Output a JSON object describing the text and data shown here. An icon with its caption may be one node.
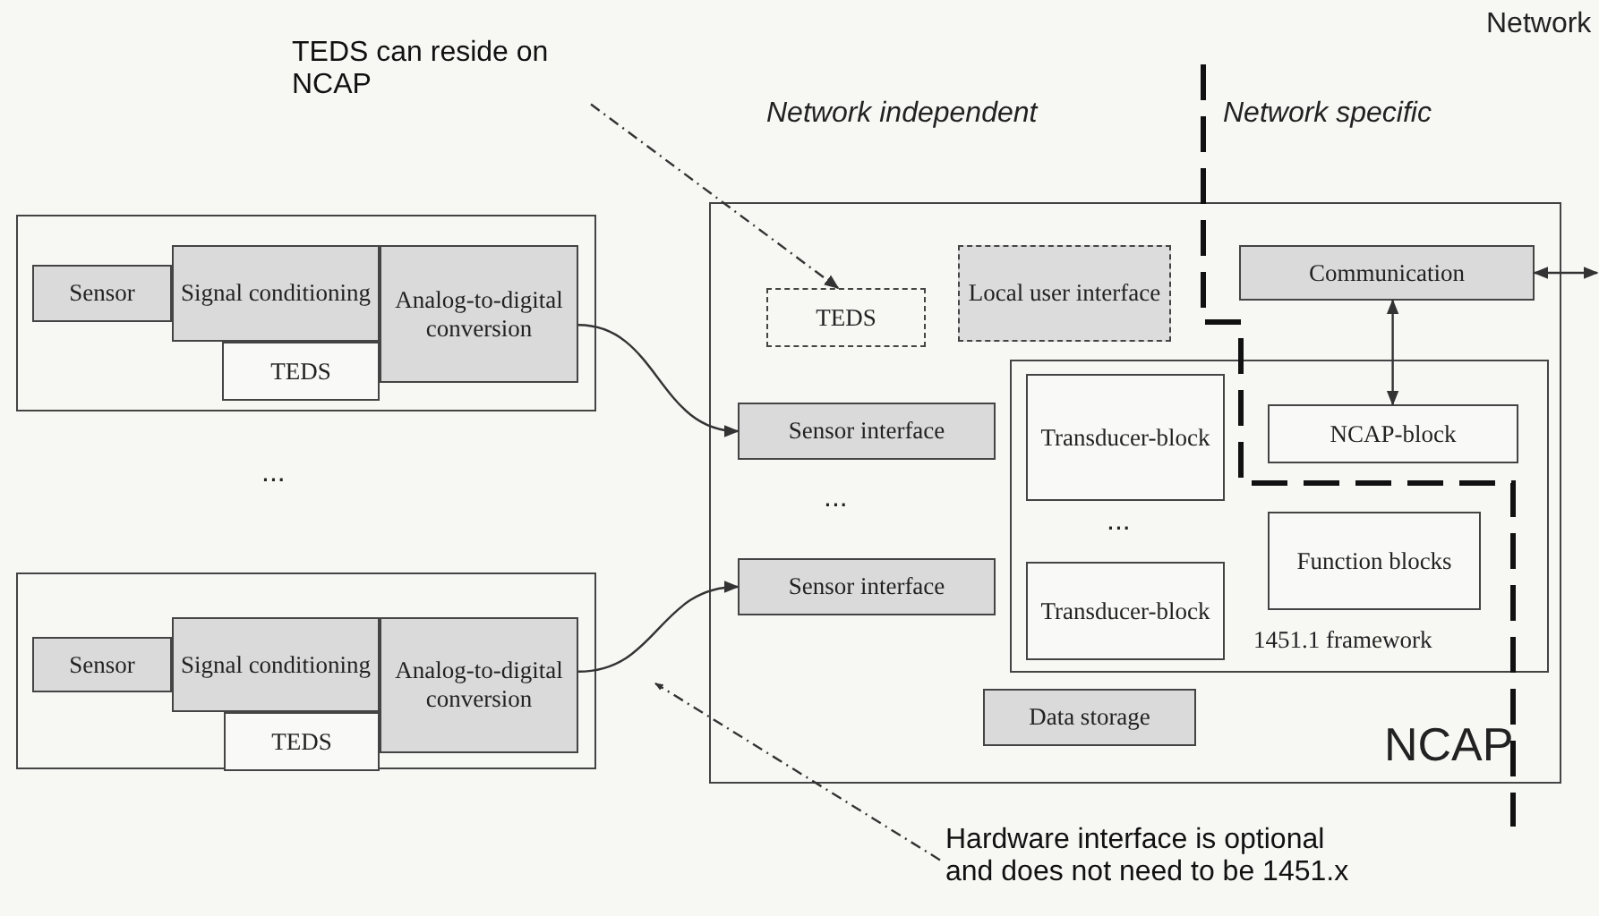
{
  "diagram": {
    "nodes": [
      {
        "text": [],
        "shape": "box"
      },
      {
        "text": [
          "Sensor"
        ],
        "in": 0
      },
      {
        "text": [
          "Signal conditioning"
        ],
        "in": 0
      },
      {
        "text": [
          "TEDS"
        ],
        "in": 0
      },
      {
        "text": [
          "Analog-to-digital conversion"
        ],
        "in": 0
      },
      {
        "text": [],
        "shape": "box"
      },
      {
        "text": [
          "Sensor"
        ],
        "in": 5
      },
      {
        "text": [
          "Signal conditioning"
        ],
        "in": 5
      },
      {
        "text": [
          "TEDS"
        ],
        "in": 5
      },
      {
        "text": [
          "Analog-to-digital conversion"
        ],
        "in": 5
      },
      {
        "text": [
          "NCAP"
        ]
      },
      {
        "text": [
          "TEDS"
        ],
        "in": 10
      },
      {
        "text": [
          "Local user interface"
        ],
        "in": 10
      },
      {
        "text": [
          "Communication"
        ],
        "in": 10
      },
      {
        "text": [
          "Sensor interface"
        ],
        "in": 10
      },
      {
        "text": [
          "Sensor interface"
        ],
        "in": 10
      },
      {
        "text": [
          "1451.1 framework"
        ],
        "in": 10
      },
      {
        "text": [
          "Transducer-block"
        ],
        "in": 16
      },
      {
        "text": [
          "Transducer-block"
        ],
        "in": 16
      },
      {
        "text": [
          "NCAP-block"
        ],
        "in": 16
      },
      {
        "text": [
          "Function blocks"
        ],
        "in": 16
      },
      {
        "text": [
          "Data storage"
        ],
        "in": 10
      },
      {
        "text": [
          "TEDS can reside on NCAP"
        ]
      },
      {
        "text": [
          "Hardware interface is optional and does not need to be 1451.x"
        ]
      }
    ],
    "edges": [
      {
        "from": 4,
        "to": 14,
        "arrow": "to"
      },
      {
        "from": 9,
        "to": 15,
        "arrow": "to"
      },
      {
        "from": 22,
        "to": 11,
        "arrow": "to",
        "style": "dashed"
      },
      {
        "from": 23,
        "to": null,
        "arrow": "to",
        "style": "dashed"
      },
      {
        "from": 13,
        "to": 19,
        "arrow": "both"
      },
      {
        "from": 13,
        "to": null,
        "arrow": "both"
      }
    ],
    "labels": [
      "Network",
      "Network independent",
      "Network specific",
      "...",
      "...",
      "..."
    ]
  }
}
